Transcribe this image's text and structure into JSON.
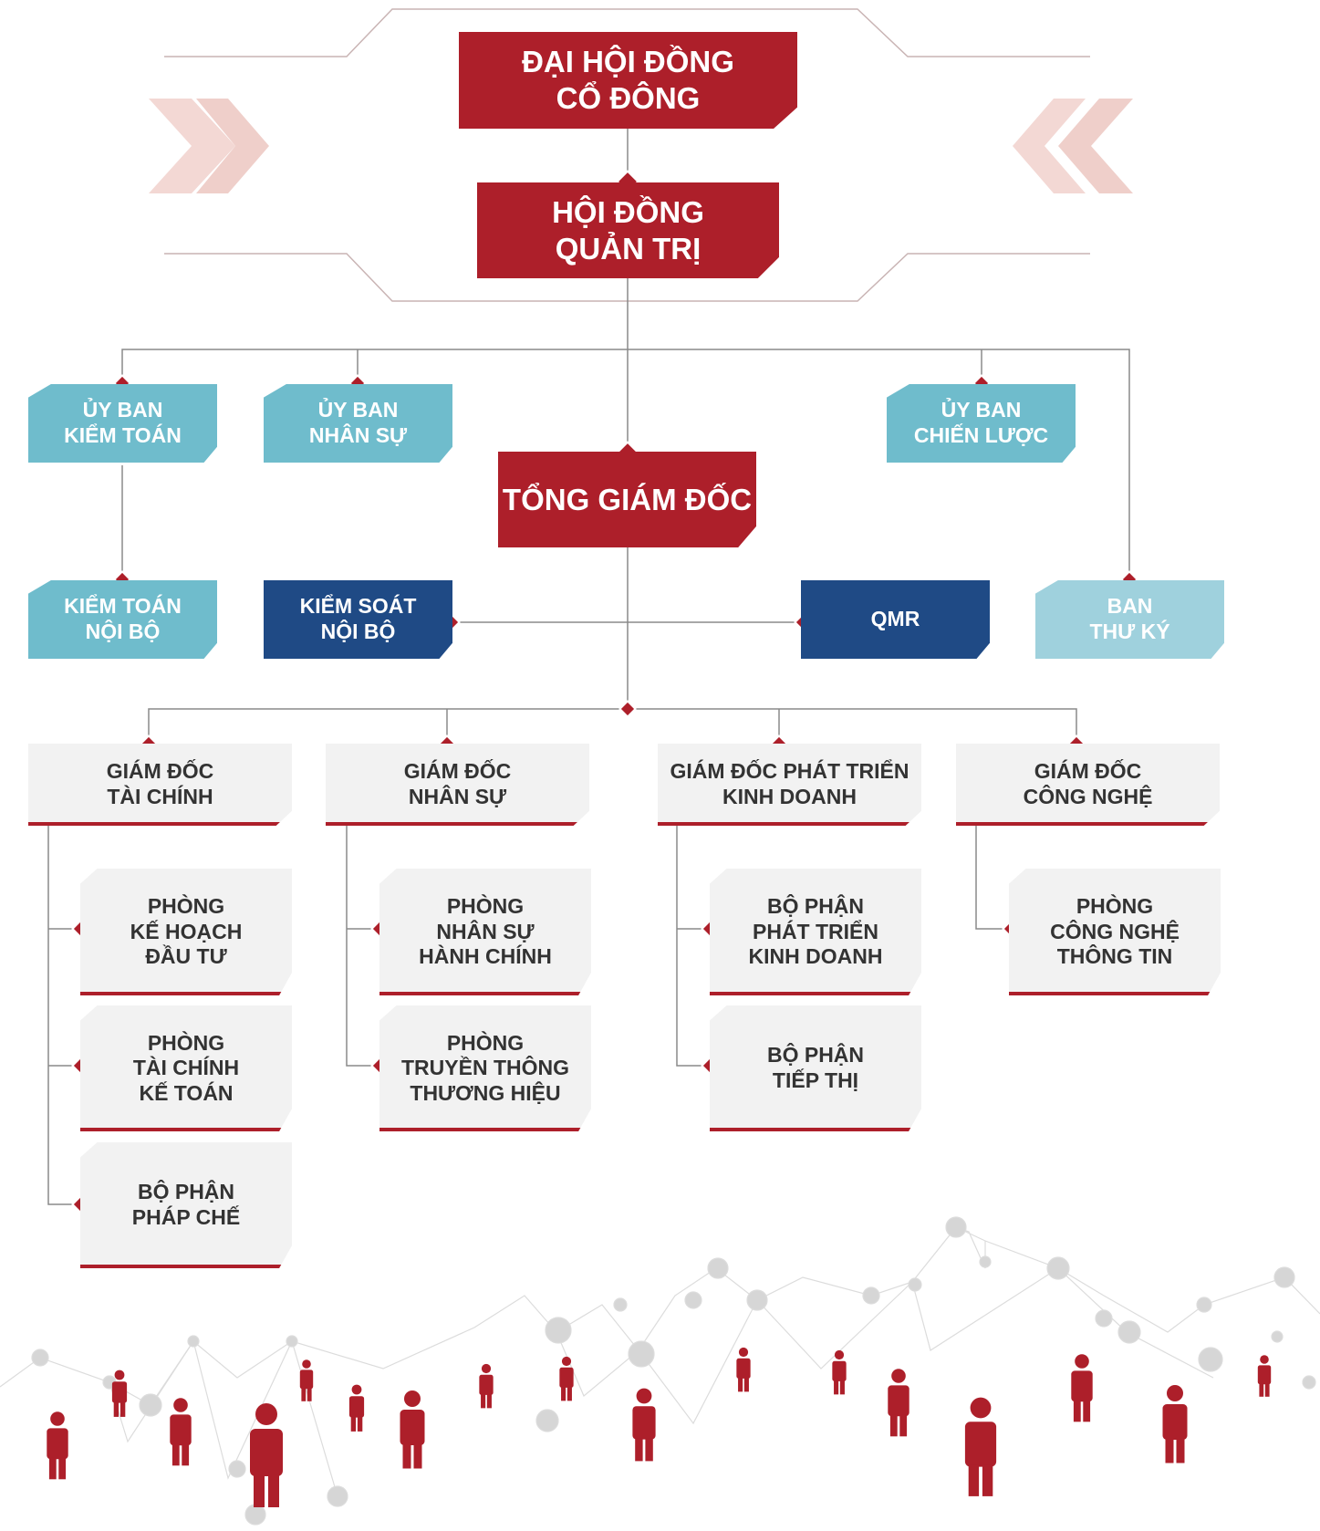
{
  "board": {
    "shareholders": [
      "ĐẠI HỘI ĐỒNG",
      "CỔ ĐÔNG"
    ],
    "directors": [
      "HỘI ĐỒNG",
      "QUẢN TRỊ"
    ]
  },
  "committees": {
    "audit": [
      "ỦY BAN",
      "KIỂM TOÁN"
    ],
    "hr": [
      "ỦY BAN",
      "NHÂN SỰ"
    ],
    "strategy": [
      "ỦY BAN",
      "CHIẾN LƯỢC"
    ]
  },
  "ceo": "TỔNG GIÁM ĐỐC",
  "internal_audit": [
    "KIỂM TOÁN",
    "NỘI BỘ"
  ],
  "internal_control": [
    "KIỂM SOÁT",
    "NỘI BỘ"
  ],
  "qmr": "QMR",
  "secretariat": [
    "BAN",
    "THƯ KÝ"
  ],
  "directors": [
    {
      "title": [
        "GIÁM ĐỐC",
        "TÀI CHÍNH"
      ],
      "units": [
        [
          "PHÒNG",
          "KẾ HOẠCH",
          "ĐẦU TƯ"
        ],
        [
          "PHÒNG",
          "TÀI CHÍNH",
          "KẾ TOÁN"
        ],
        [
          "BỘ PHẬN",
          "PHÁP CHẾ"
        ]
      ]
    },
    {
      "title": [
        "GIÁM ĐỐC",
        "NHÂN SỰ"
      ],
      "units": [
        [
          "PHÒNG",
          "NHÂN SỰ",
          "HÀNH CHÍNH"
        ],
        [
          "PHÒNG",
          "TRUYỀN THÔNG",
          "THƯƠNG HIỆU"
        ]
      ]
    },
    {
      "title": [
        "GIÁM ĐỐC PHÁT TRIỂN",
        "KINH DOANH"
      ],
      "units": [
        [
          "BỘ PHẬN",
          "PHÁT TRIỂN",
          "KINH DOANH"
        ],
        [
          "BỘ PHẬN",
          "TIẾP THỊ"
        ]
      ]
    },
    {
      "title": [
        "GIÁM ĐỐC",
        "CÔNG NGHỆ"
      ],
      "units": [
        [
          "PHÒNG",
          "CÔNG NGHỆ",
          "THÔNG TIN"
        ]
      ]
    }
  ],
  "colors": {
    "red": "#ad1f2a",
    "teal": "#6fbccc",
    "light_teal": "#9fd1dd",
    "navy": "#1f4a85",
    "grey_box": "#f2f2f2",
    "line": "#8a8a8a"
  }
}
